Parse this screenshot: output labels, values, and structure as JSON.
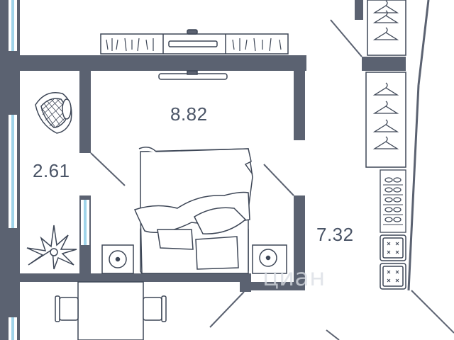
{
  "floor_plan": {
    "rooms": [
      {
        "id": "bedroom",
        "area": "8.82"
      },
      {
        "id": "balcony",
        "area": "2.61"
      },
      {
        "id": "hallway",
        "area": "7.32"
      }
    ],
    "watermark": "циан",
    "colors": {
      "wall": "#5b6271",
      "window": "#9fd4ea",
      "line": "#4a5466",
      "furniture_stroke": "#3d4656",
      "background": "#ffffff"
    },
    "furniture": [
      "tv-console",
      "bed",
      "pillows",
      "nightstand-left",
      "nightstand-right",
      "wardrobe",
      "shoe-rack",
      "washing-machines",
      "dining-table",
      "chairs",
      "armchair",
      "plant",
      "door-arcs"
    ]
  }
}
